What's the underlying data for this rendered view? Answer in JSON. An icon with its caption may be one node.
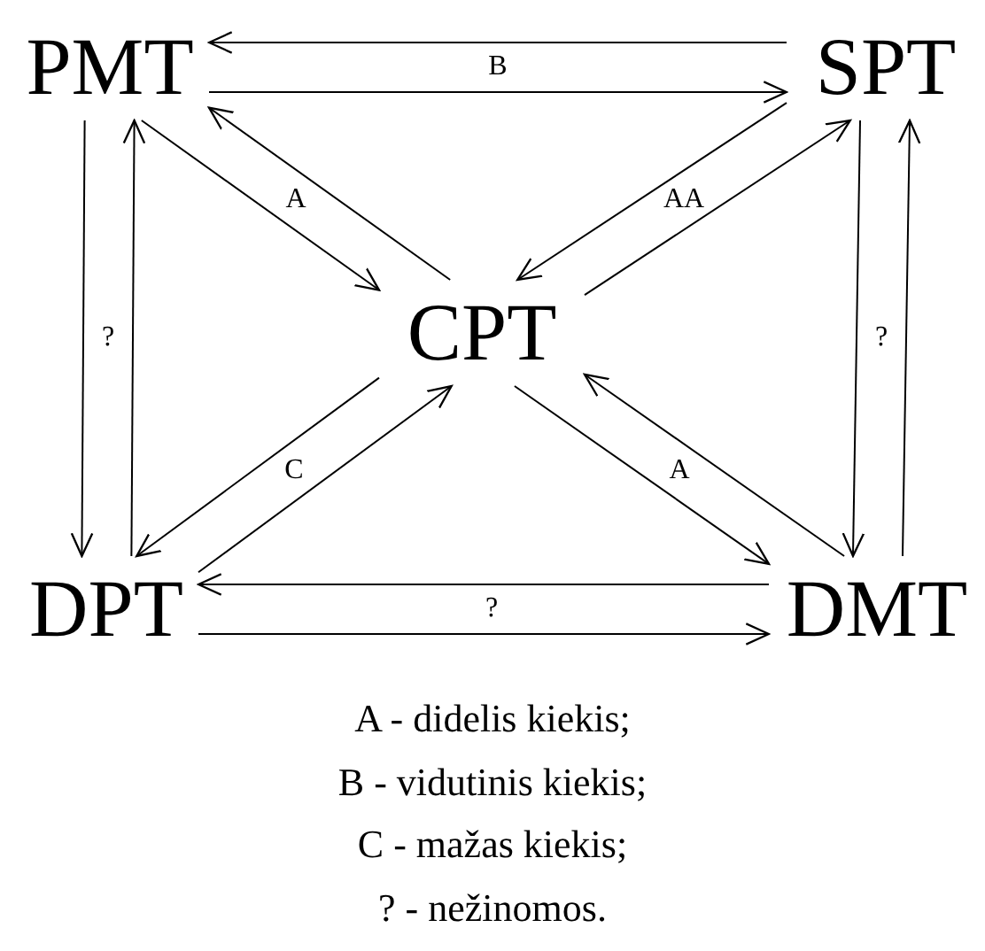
{
  "diagram": {
    "nodes": [
      {
        "text": [
          "PMT"
        ]
      },
      {
        "text": [
          "SPT"
        ]
      },
      {
        "text": [
          "CPT"
        ]
      },
      {
        "text": [
          "DPT"
        ]
      },
      {
        "text": [
          "DMT"
        ]
      }
    ],
    "edges": [
      {
        "from": 1,
        "to": 0,
        "arrow": "to"
      },
      {
        "from": 0,
        "to": 1,
        "arrow": "to",
        "label": "B"
      },
      {
        "from": 2,
        "to": 0,
        "arrow": "to"
      },
      {
        "from": 0,
        "to": 2,
        "arrow": "to",
        "label": "A"
      },
      {
        "from": 2,
        "to": 1,
        "arrow": "to"
      },
      {
        "from": 1,
        "to": 2,
        "arrow": "to",
        "label": "AA"
      },
      {
        "from": 0,
        "to": 3,
        "arrow": "to"
      },
      {
        "from": 3,
        "to": 0,
        "arrow": "to",
        "label": "?"
      },
      {
        "from": 1,
        "to": 4,
        "arrow": "to"
      },
      {
        "from": 4,
        "to": 1,
        "arrow": "to",
        "label": "?"
      },
      {
        "from": 2,
        "to": 3,
        "arrow": "to"
      },
      {
        "from": 3,
        "to": 2,
        "arrow": "to",
        "label": "C"
      },
      {
        "from": 4,
        "to": 2,
        "arrow": "to",
        "label": "A"
      },
      {
        "from": 2,
        "to": 4,
        "arrow": "to"
      },
      {
        "from": 4,
        "to": 3,
        "arrow": "to"
      },
      {
        "from": 3,
        "to": 4,
        "arrow": "to",
        "label": "?"
      }
    ],
    "labels": [
      "A - didelis kiekis;",
      "B - vidutinis kiekis;",
      "C - mažas kiekis;",
      "? - nežinomos."
    ]
  }
}
